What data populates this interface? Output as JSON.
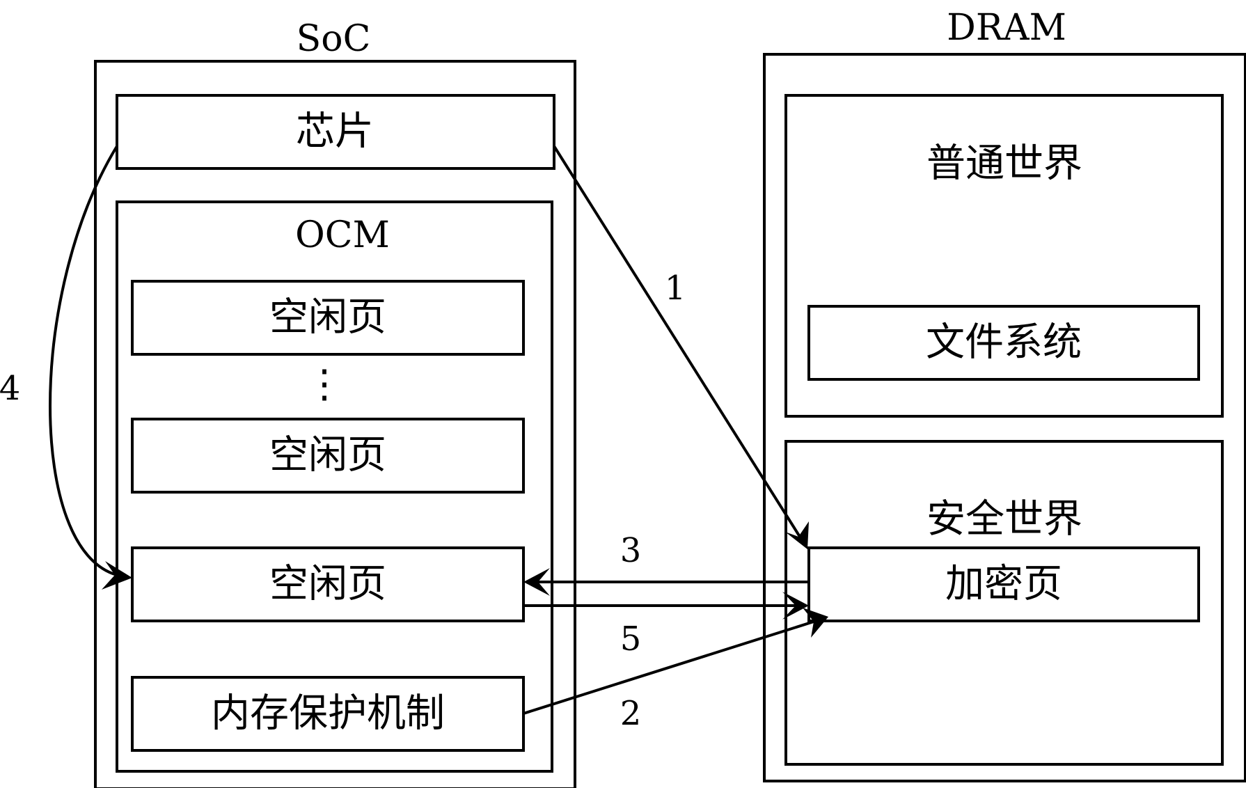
{
  "soc": {
    "title": "SoC",
    "chip_label": "芯片",
    "ocm": {
      "title": "OCM",
      "page_label_top": "空闲页",
      "ellipsis": "⋮",
      "page_label_middle": "空闲页",
      "page_label_bottom": "空闲页",
      "memory_protection_label": "内存保护机制"
    }
  },
  "dram": {
    "title": "DRAM",
    "normal_world": {
      "title": "普通世界",
      "filesystem_label": "文件系统"
    },
    "secure_world": {
      "title": "安全世界",
      "encrypted_page_label": "加密页"
    }
  },
  "arrows": {
    "arrow_1": "1",
    "arrow_2": "2",
    "arrow_3": "3",
    "arrow_4": "4",
    "arrow_5": "5"
  },
  "colors": {
    "line": "#000000",
    "background": "#ffffff"
  }
}
